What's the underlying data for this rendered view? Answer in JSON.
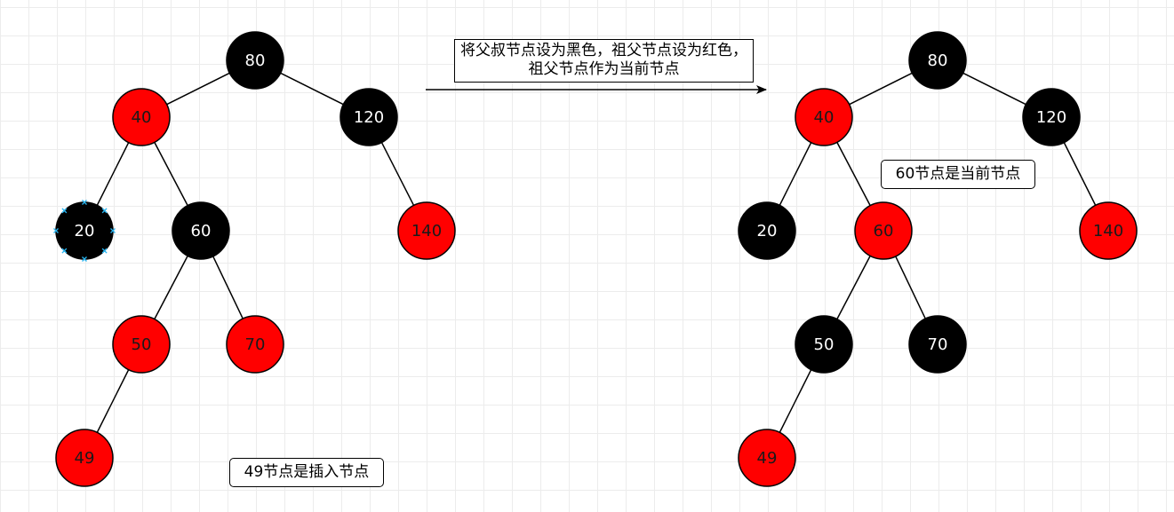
{
  "colors": {
    "red_node": "#ff0000",
    "black_node": "#000000",
    "node_stroke": "#000000",
    "edge": "#000000",
    "selection_handle": "#29b6f2"
  },
  "captions": {
    "transform": "将父叔节点设为黑色，祖父节点设为红色，祖父节点作为当前节点",
    "inserted": "49节点是插入节点",
    "current": "60节点是当前节点"
  },
  "trees": {
    "before": {
      "nodes": [
        {
          "key": "80",
          "color": "black"
        },
        {
          "key": "40",
          "color": "red"
        },
        {
          "key": "120",
          "color": "black"
        },
        {
          "key": "20",
          "color": "black",
          "selected": true
        },
        {
          "key": "60",
          "color": "black"
        },
        {
          "key": "140",
          "color": "red"
        },
        {
          "key": "50",
          "color": "red"
        },
        {
          "key": "70",
          "color": "red"
        },
        {
          "key": "49",
          "color": "red"
        }
      ],
      "edges": [
        [
          "80",
          "40"
        ],
        [
          "80",
          "120"
        ],
        [
          "40",
          "20"
        ],
        [
          "40",
          "60"
        ],
        [
          "120",
          "140"
        ],
        [
          "60",
          "50"
        ],
        [
          "60",
          "70"
        ],
        [
          "50",
          "49"
        ]
      ]
    },
    "after": {
      "nodes": [
        {
          "key": "80",
          "color": "black"
        },
        {
          "key": "40",
          "color": "red"
        },
        {
          "key": "120",
          "color": "black"
        },
        {
          "key": "20",
          "color": "black"
        },
        {
          "key": "60",
          "color": "red"
        },
        {
          "key": "140",
          "color": "red"
        },
        {
          "key": "50",
          "color": "black"
        },
        {
          "key": "70",
          "color": "black"
        },
        {
          "key": "49",
          "color": "red"
        }
      ],
      "edges": [
        [
          "80",
          "40"
        ],
        [
          "80",
          "120"
        ],
        [
          "40",
          "20"
        ],
        [
          "40",
          "60"
        ],
        [
          "120",
          "140"
        ],
        [
          "60",
          "50"
        ],
        [
          "60",
          "70"
        ],
        [
          "50",
          "49"
        ]
      ]
    }
  }
}
